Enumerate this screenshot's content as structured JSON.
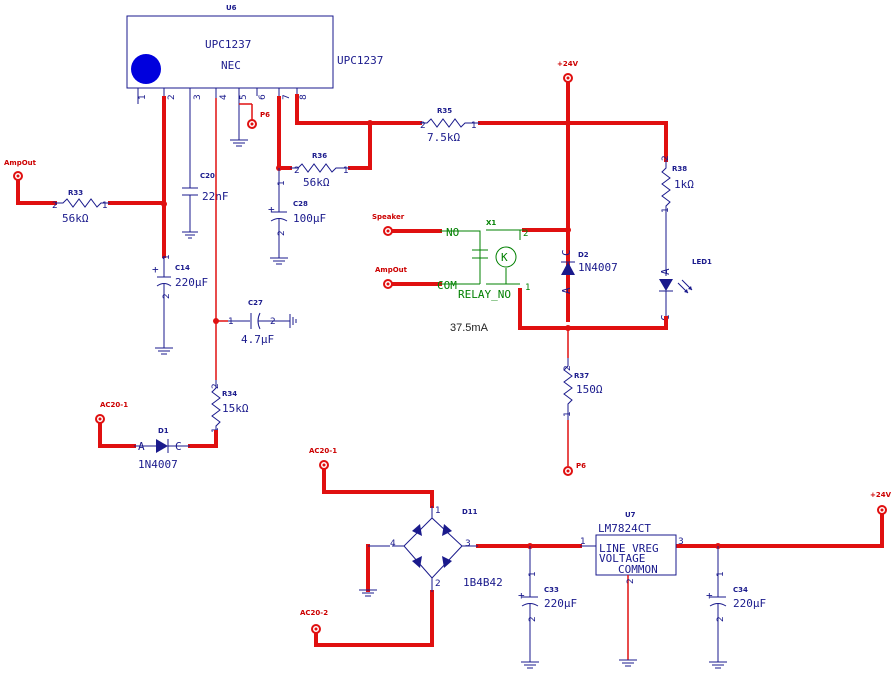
{
  "colors": {
    "wire": "#e01010",
    "component": "#1a1a8c",
    "relay": "#008000",
    "background": "#ffffff"
  },
  "ic_u6": {
    "ref": "U6",
    "part": "UPC1237",
    "maker": "NEC",
    "side_label": "UPC1237",
    "pins": [
      "1",
      "2",
      "3",
      "4",
      "5",
      "6",
      "7",
      "8"
    ]
  },
  "ic_u7": {
    "ref": "U7",
    "part": "LM7824CT",
    "line1": "LINE  VREG",
    "line2": "VOLTAGE",
    "line3": "COMMON",
    "pin_in": "1",
    "pin_gnd": "2",
    "pin_out": "3"
  },
  "bridge": {
    "ref": "D11",
    "part": "1B4B42",
    "pins": [
      "1",
      "2",
      "3",
      "4"
    ]
  },
  "relay": {
    "ref": "X1",
    "part": "RELAY_NO",
    "nc": "NO",
    "com": "COM",
    "coil": "K",
    "pin1": "1",
    "pin2": "2"
  },
  "measurement": "37.5mA",
  "resistors": [
    {
      "ref": "R33",
      "value": "56kΩ",
      "p1": "1",
      "p2": "2"
    },
    {
      "ref": "R34",
      "value": "15kΩ",
      "p1": "1",
      "p2": "2"
    },
    {
      "ref": "R35",
      "value": "7.5kΩ",
      "p1": "1",
      "p2": "2"
    },
    {
      "ref": "R36",
      "value": "56kΩ",
      "p1": "1",
      "p2": "2"
    },
    {
      "ref": "R37",
      "value": "150Ω",
      "p1": "1",
      "p2": "2"
    },
    {
      "ref": "R38",
      "value": "1kΩ",
      "p1": "1",
      "p2": "2"
    }
  ],
  "capacitors": [
    {
      "ref": "C20",
      "value": "22nF"
    },
    {
      "ref": "C28",
      "value": "100µF",
      "p1": "1",
      "p2": "2"
    },
    {
      "ref": "C14",
      "value": "220µF",
      "p1": "1",
      "p2": "2"
    },
    {
      "ref": "C27",
      "value": "4.7µF",
      "p1": "1",
      "p2": "2"
    },
    {
      "ref": "C33",
      "value": "220µF",
      "p1": "1",
      "p2": "2"
    },
    {
      "ref": "C34",
      "value": "220µF",
      "p1": "1",
      "p2": "2"
    }
  ],
  "diodes": [
    {
      "ref": "D1",
      "value": "1N4007",
      "a": "A",
      "c": "C"
    },
    {
      "ref": "D2",
      "value": "1N4007",
      "a": "A",
      "c": "C"
    }
  ],
  "led": {
    "ref": "LED1",
    "a": "A",
    "c": "C"
  },
  "ports": {
    "amp_out_left": "AmpOut",
    "p6_top": "P6",
    "p24_top": "+24V",
    "speaker": "Speaker",
    "amp_out_relay": "AmpOut",
    "ac20_1_left": "AC20-1",
    "ac20_1_bridge": "AC20-1",
    "ac20_2": "AC20-2",
    "p6_bottom": "P6",
    "p24_right": "+24V"
  }
}
